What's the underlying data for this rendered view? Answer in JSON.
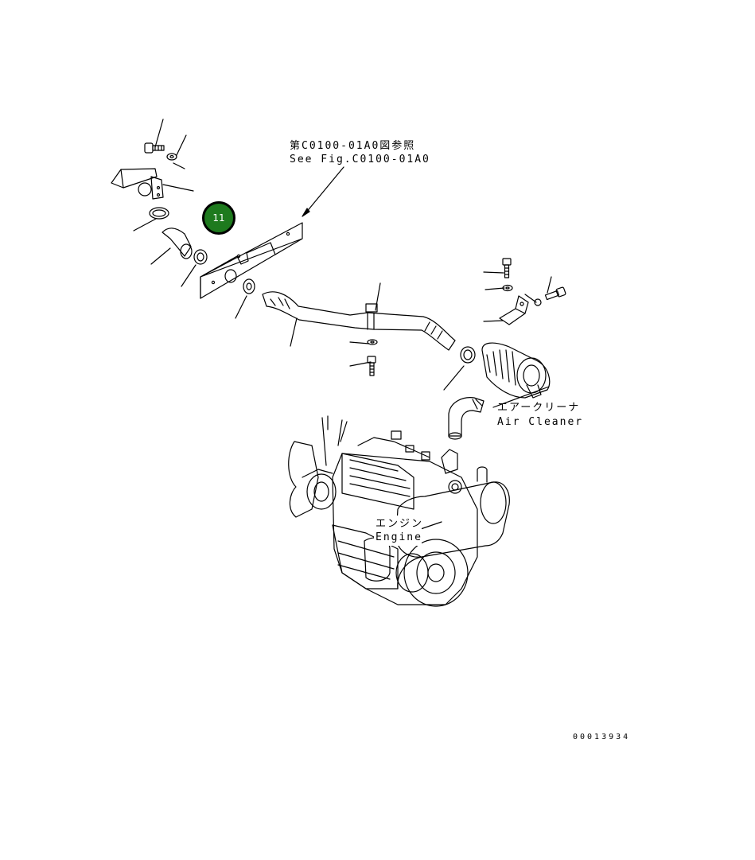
{
  "callout": {
    "number": "11"
  },
  "labels": {
    "ref_jp": "第C0100-01A0図参照",
    "ref_en": "See Fig.C0100-01A0",
    "air_cleaner_jp": "エアークリーナ",
    "air_cleaner_en": "Air Cleaner",
    "engine_jp": "エンジン",
    "engine_en": "Engine"
  },
  "drawing_number": "00013934",
  "colors": {
    "badge_fill": "#1e7a1e",
    "line": "#000000",
    "background": "#ffffff"
  }
}
